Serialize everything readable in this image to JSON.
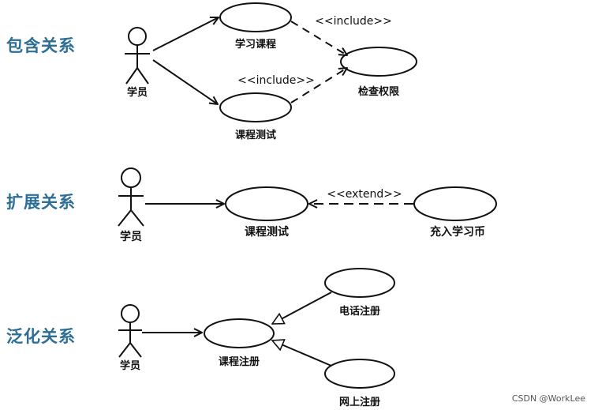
{
  "sections": {
    "include": {
      "title": "包含关系",
      "actor": "学员",
      "usecase_study": "学习课程",
      "usecase_test": "课程测试",
      "usecase_check": "检查权限",
      "stereotype_top": "<<include>>",
      "stereotype_bottom": "<<include>>"
    },
    "extend": {
      "title": "扩展关系",
      "actor": "学员",
      "usecase_test": "课程测试",
      "usecase_recharge": "充入学习币",
      "stereotype": "<<extend>>"
    },
    "generalization": {
      "title": "泛化关系",
      "actor": "学员",
      "usecase_register": "课程注册",
      "usecase_phone": "电话注册",
      "usecase_online": "网上注册"
    }
  },
  "watermark": "CSDN @WorkLee"
}
